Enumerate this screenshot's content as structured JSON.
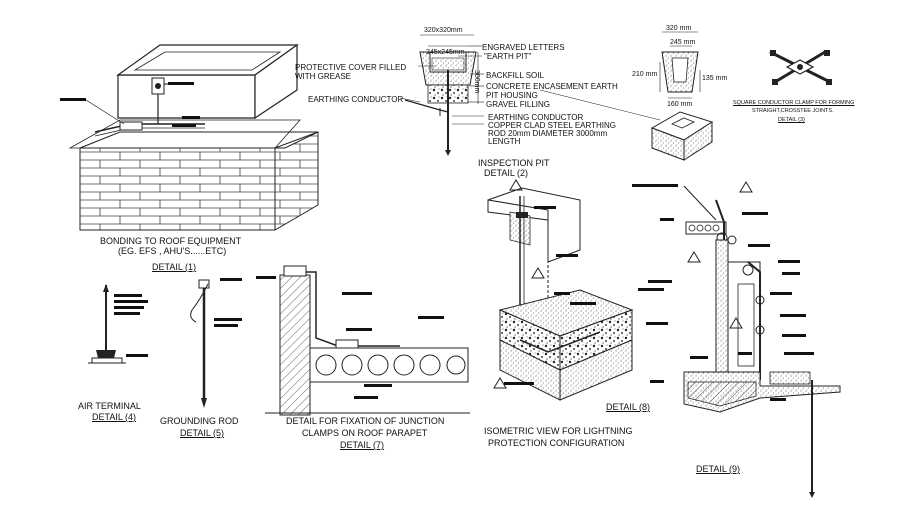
{
  "detail_1": {
    "caption_line1": "BONDING TO ROOF EQUIPMENT",
    "caption_line2": "(EG. EFS , AHU'S......ETC)",
    "detail_label": "DETAIL (1)"
  },
  "earth_pit": {
    "dim_outer": "320x320mm",
    "dim_inner": "245x245mm",
    "dim_depth": "300mm",
    "engraved_line1": "ENGRAVED LETTERS",
    "engraved_line2": "\"EARTH PIT\"",
    "cover_line1": "PROTECTIVE COVER FILLED",
    "cover_line2": "WITH GREASE",
    "backfill": "BACKFILL SOIL",
    "encasement_line1": "CONCRETE ENCASEMENT EARTH",
    "encasement_line2": "PIT HOUSING",
    "gravel": "GRAVEL FILLING",
    "conductor_left": "EARTHING CONDUCTOR",
    "conductor_right": "EARTHING CONDUCTOR",
    "rod_line1": "COPPER CLAD STEEL EARTHING",
    "rod_line2": "ROD 20mm DIAMETER 3000mm",
    "rod_line3": "LENGTH"
  },
  "inspection_pit": {
    "title": "INSPECTION PIT",
    "detail_label": "DETAIL (2)",
    "dim_top_outer": "320 mm",
    "dim_top_inner": "245 mm",
    "dim_left": "210 mm",
    "dim_right": "135 mm",
    "dim_bottom": "160 mm"
  },
  "detail_3": {
    "caption_line1": "SQUARE CONDUCTOR CLAMP FOR FORMING",
    "caption_line2": "STRAIGHT,CROSSTEE JOINTS.",
    "detail_label": "DETAIL (3)"
  },
  "detail_4": {
    "caption": "AIR TERMINAL",
    "detail_label": "DETAIL (4)"
  },
  "detail_5": {
    "caption": "GROUNDING ROD",
    "detail_label": "DETAIL (5)"
  },
  "detail_7": {
    "caption_line1": "DETAIL FOR FIXATION OF JUNCTION",
    "caption_line2": "CLAMPS ON ROOF PARAPET",
    "detail_label": "DETAIL (7)"
  },
  "isometric": {
    "caption_line1": "ISOMETRIC VIEW FOR LIGHTNING",
    "caption_line2": "PROTECTION CONFIGURATION"
  },
  "detail_8": {
    "detail_label": "DETAIL (8)"
  },
  "detail_9": {
    "detail_label": "DETAIL (9)"
  }
}
